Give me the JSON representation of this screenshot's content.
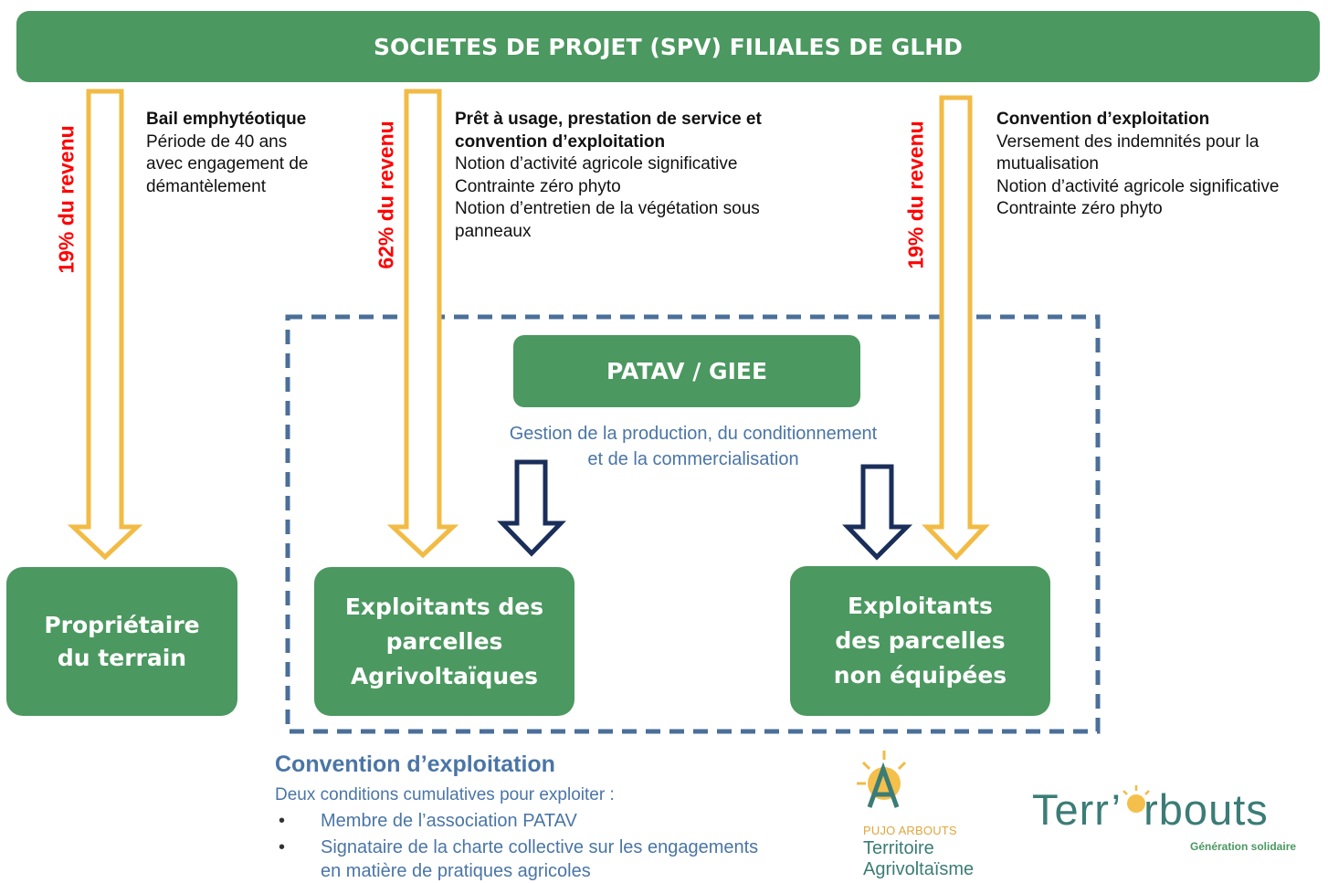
{
  "colors": {
    "box": "#4b9860",
    "arrow_yellow": "#f2bb45",
    "arrow_navy": "#1a2e5a",
    "revenue_red": "#ff0000",
    "dashed": "#4a6f99",
    "blue_text": "#4a75a6"
  },
  "header": {
    "title": "SOCIETES DE PROJET (SPV) FILIALES DE GLHD"
  },
  "revenue_labels": [
    "19% du revenu",
    "62% du revenu",
    "19% du revenu"
  ],
  "notes": {
    "left": {
      "title": "Bail emphytéotique",
      "lines": [
        "Période de 40 ans",
        "avec engagement  de",
        "démantèlement"
      ]
    },
    "middle": {
      "title1": "Prêt à usage, prestation de service et",
      "title2": "convention d’exploitation",
      "lines": [
        "Notion d’activité agricole significative",
        "Contrainte zéro phyto",
        "Notion d’entretien de la végétation sous",
        "panneaux"
      ]
    },
    "right": {
      "title": "Convention d’exploitation",
      "lines": [
        "Versement des indemnités pour la",
        "mutualisation",
        "Notion d’activité agricole significative",
        "Contrainte zéro phyto"
      ]
    }
  },
  "patav": {
    "label": "PATAV / GIEE",
    "desc1": "Gestion de la production, du conditionnement",
    "desc2": "et de la commercialisation"
  },
  "boxes": {
    "owner": [
      "Propriétaire",
      "du terrain"
    ],
    "agri": [
      "Exploitants des",
      "parcelles",
      "Agrivoltaïques"
    ],
    "nonequip": [
      "Exploitants",
      "des parcelles",
      "non équipées"
    ]
  },
  "convention": {
    "title": "Convention d’exploitation",
    "subtitle": "Deux conditions cumulatives pour exploiter :",
    "bullet_symbol": "•",
    "bullets": [
      "Membre de l’association  PATAV",
      "Signataire de la charte collective sur les engagements",
      "en matière de pratiques agricoles"
    ]
  },
  "logos": {
    "pujo": {
      "brand": "PUJO ARBOUTS",
      "line1": "Territoire",
      "line2": "Agrivoltaïsme",
      "icon": "sun-a-logo"
    },
    "terr": {
      "name_prefix": "Terr’",
      "name_suffix": "rbouts",
      "tagline": "Génération solidaire",
      "icon": "sun-a-logo"
    }
  }
}
